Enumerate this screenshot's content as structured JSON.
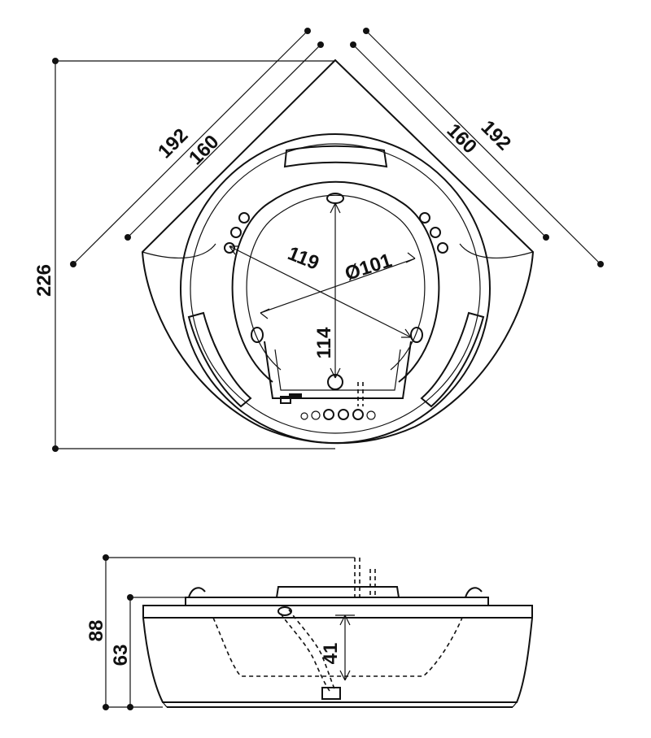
{
  "top_view": {
    "overall_height": "226",
    "left_outer_side": "192",
    "left_inner_side": "160",
    "right_inner_side": "160",
    "right_outer_side": "192",
    "outer_diameter_dim": "119",
    "inner_diameter_dim": "Ø101",
    "basin_depth_dim": "114"
  },
  "side_view": {
    "total_height": "88",
    "rim_height": "63",
    "water_depth": "41"
  },
  "colors": {
    "line": "#111111",
    "background": "#ffffff"
  }
}
